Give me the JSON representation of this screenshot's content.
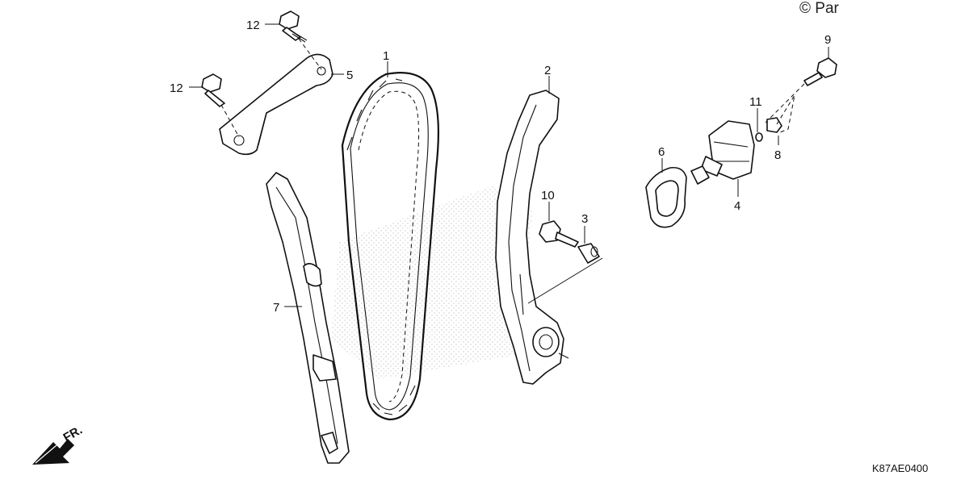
{
  "diagram": {
    "copyright": "© Par",
    "code": "K87AE0400",
    "direction_label": "FR.",
    "callouts": [
      {
        "id": "1",
        "text": "1"
      },
      {
        "id": "2",
        "text": "2"
      },
      {
        "id": "3",
        "text": "3"
      },
      {
        "id": "4",
        "text": "4"
      },
      {
        "id": "5",
        "text": "5"
      },
      {
        "id": "6",
        "text": "6"
      },
      {
        "id": "7",
        "text": "7"
      },
      {
        "id": "8",
        "text": "8"
      },
      {
        "id": "9",
        "text": "9"
      },
      {
        "id": "10",
        "text": "10"
      },
      {
        "id": "11",
        "text": "11"
      },
      {
        "id": "12a",
        "text": "12"
      },
      {
        "id": "12b",
        "text": "12"
      }
    ]
  }
}
